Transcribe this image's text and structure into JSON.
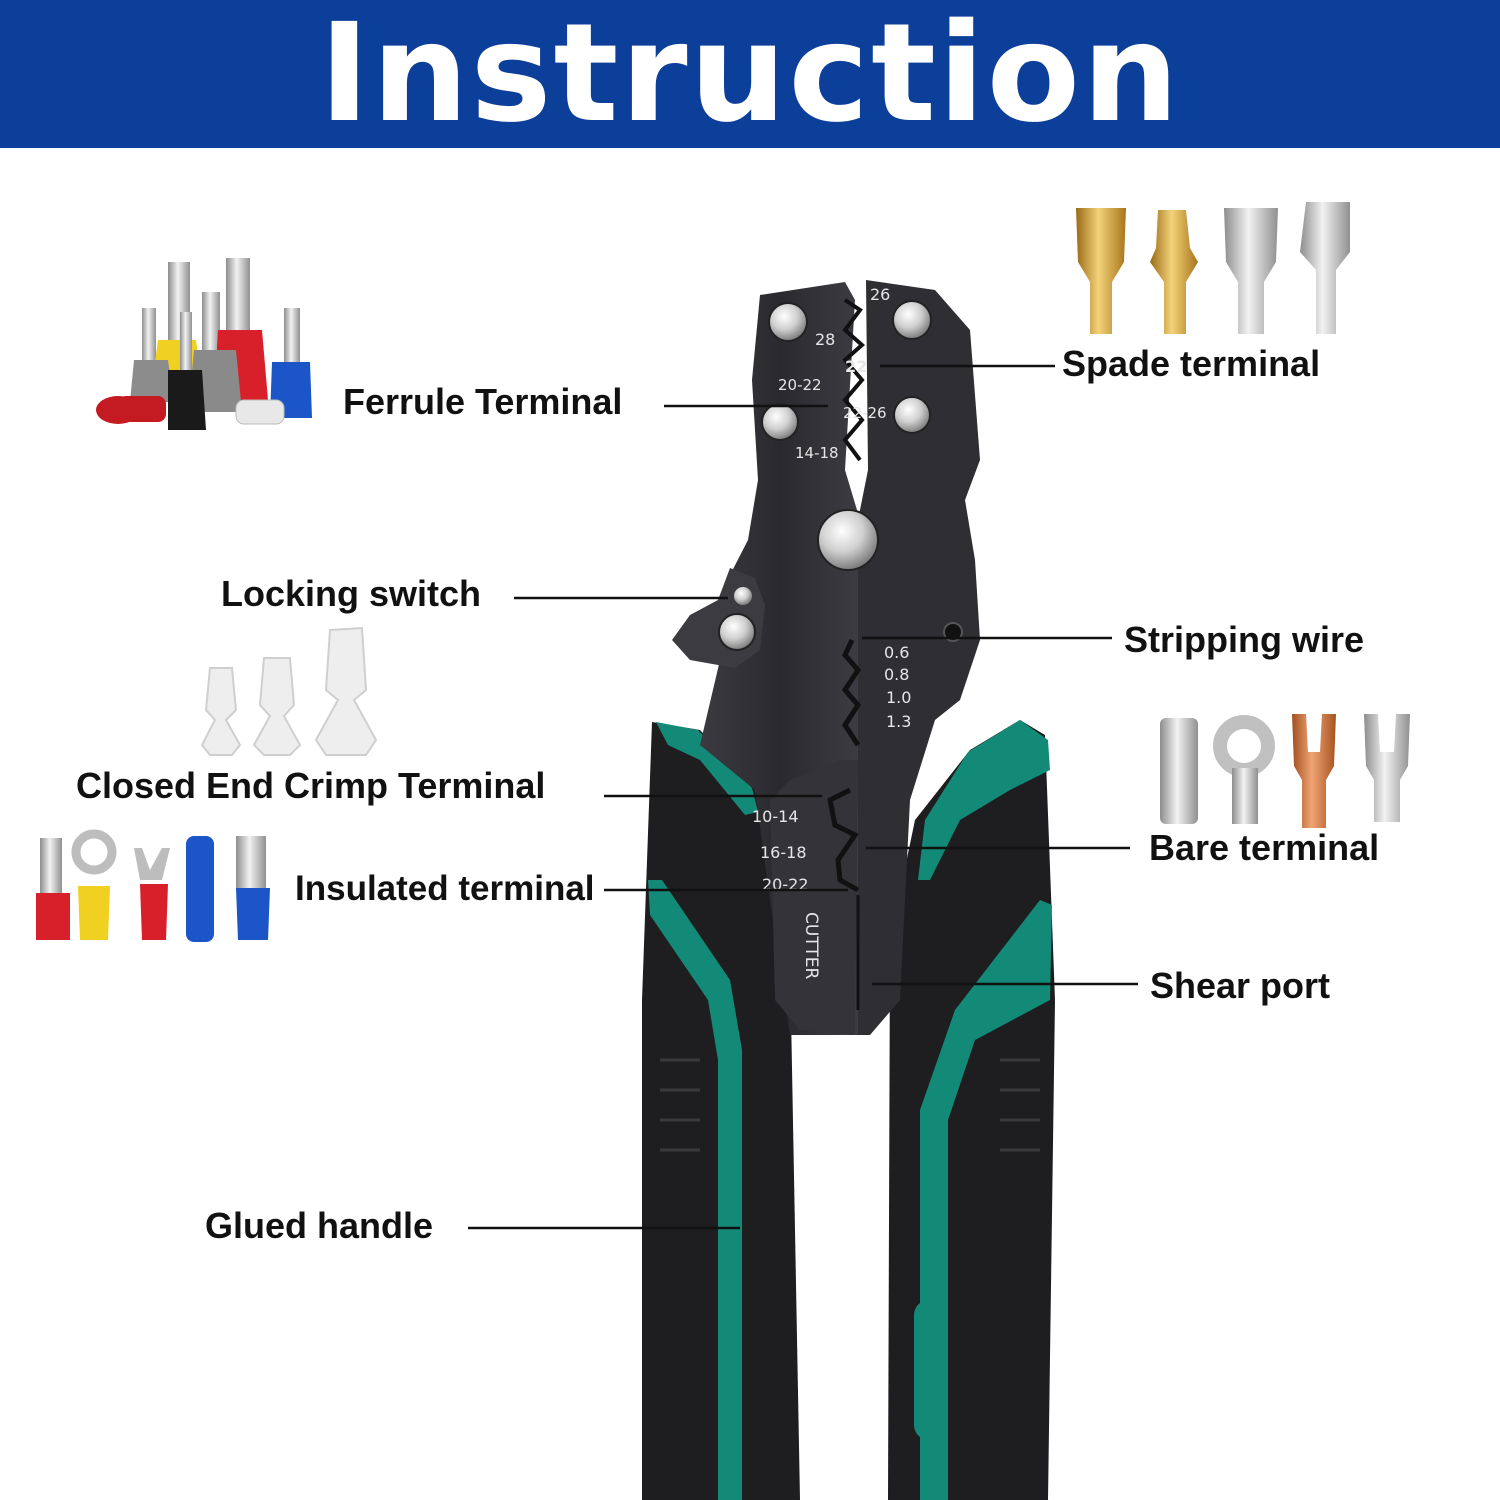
{
  "header": {
    "title": "Instruction"
  },
  "labels": {
    "ferrule": "Ferrule Terminal",
    "spade": "Spade terminal",
    "locking": "Locking switch",
    "stripping": "Stripping wire",
    "closed_end": "Closed End Crimp Terminal",
    "bare": "Bare terminal",
    "insulated": "Insulated terminal",
    "shear": "Shear port",
    "handle": "Glued handle"
  },
  "tool_markings": {
    "jaw_top": [
      "26",
      "28",
      "22",
      "20-22",
      "22-26",
      "14-18"
    ],
    "strip": [
      "0.6",
      "0.8",
      "1.0",
      "1.3"
    ],
    "crimp": [
      "10-14",
      "16-18",
      "20-22"
    ],
    "cutter": "CUTTER"
  },
  "colors": {
    "banner": "#0c3f9a",
    "tool_metal": "#2c2c30",
    "handle_green": "#138a77",
    "handle_black": "#1e1e20"
  }
}
